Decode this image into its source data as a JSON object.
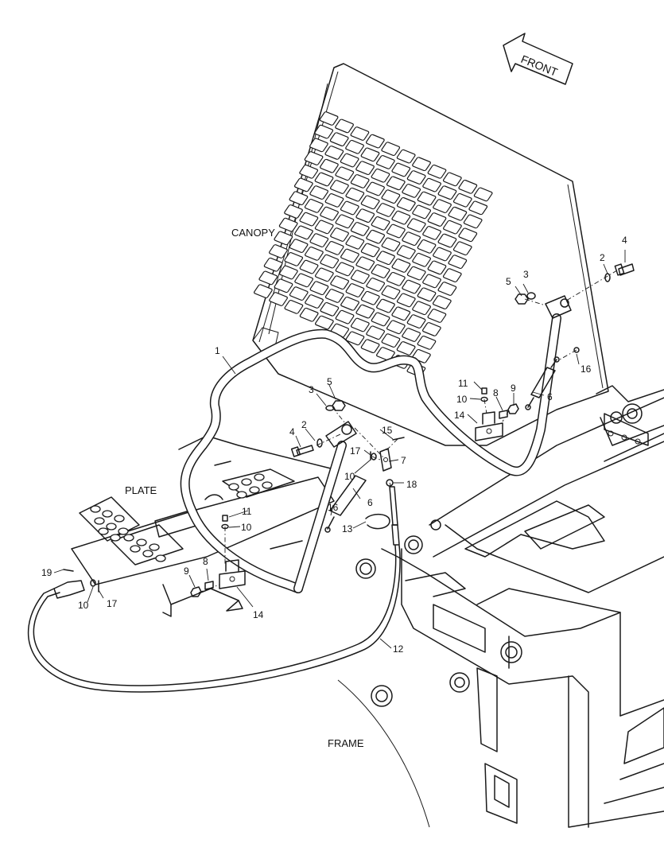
{
  "labels": {
    "front": "FRONT",
    "canopy": "CANOPY",
    "plate": "PLATE",
    "frame": "FRAME"
  },
  "callouts": {
    "c1": "1",
    "c2a": "2",
    "c2b": "2",
    "c3a": "3",
    "c3b": "3",
    "c4a": "4",
    "c4b": "4",
    "c5a": "5",
    "c5b": "5",
    "c6a": "6",
    "c6b": "6",
    "c7": "7",
    "c8a": "8",
    "c8b": "8",
    "c9a": "9",
    "c9b": "9",
    "c10a": "10",
    "c10b": "10",
    "c10c": "10",
    "c10d": "10",
    "c11a": "11",
    "c11b": "11",
    "c12": "12",
    "c13": "13",
    "c14a": "14",
    "c14b": "14",
    "c15": "15",
    "c16a": "16",
    "c16b": "16",
    "c17a": "17",
    "c17b": "17",
    "c18": "18",
    "c19": "19"
  }
}
